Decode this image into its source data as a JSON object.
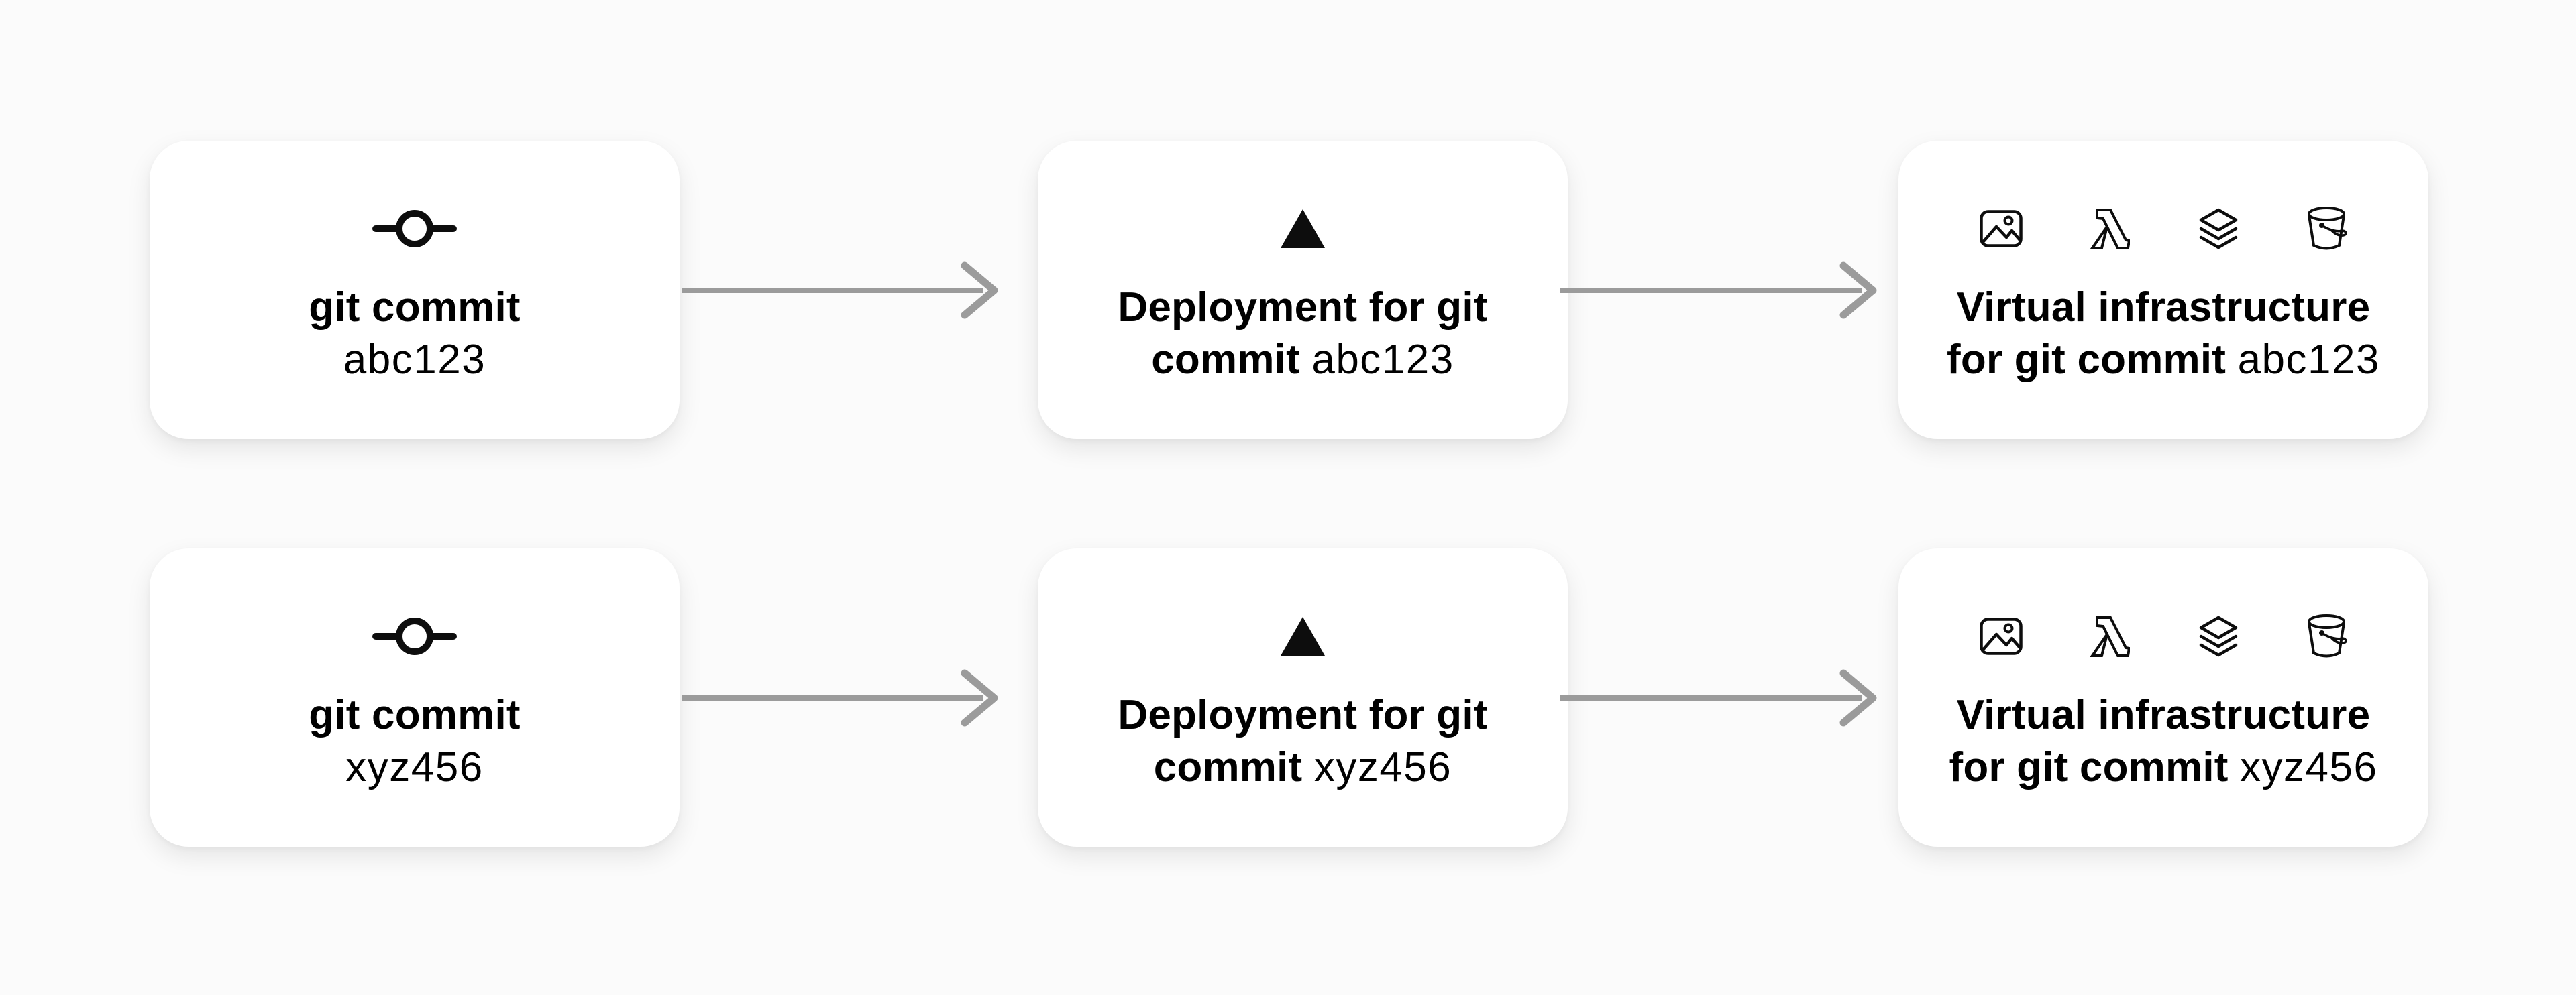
{
  "diagram_title": "git commit to virtual infrastructure deployment flow",
  "colors": {
    "background": "#fbfbfb",
    "card": "#ffffff",
    "arrow": "#9b9b9b",
    "text": "#000000",
    "icon_stroke": "#0d0d0d"
  },
  "rows": [
    {
      "cards": [
        {
          "kind": "git-commit",
          "icons": [
            "git-commit-icon"
          ],
          "line1": "git commit",
          "line2_bold": "",
          "hash": "abc123"
        },
        {
          "kind": "deployment",
          "icons": [
            "vercel-triangle-icon"
          ],
          "line1": "Deployment for git",
          "line2_bold": "commit ",
          "hash": "abc123"
        },
        {
          "kind": "virtual-infrastructure",
          "icons": [
            "image-icon",
            "lambda-icon",
            "layers-icon",
            "bucket-icon"
          ],
          "line1": "Virtual infrastructure",
          "line2_bold": "for git commit ",
          "hash": "abc123"
        }
      ]
    },
    {
      "cards": [
        {
          "kind": "git-commit",
          "icons": [
            "git-commit-icon"
          ],
          "line1": "git commit",
          "line2_bold": "",
          "hash": "xyz456"
        },
        {
          "kind": "deployment",
          "icons": [
            "vercel-triangle-icon"
          ],
          "line1": "Deployment for git",
          "line2_bold": "commit ",
          "hash": "xyz456"
        },
        {
          "kind": "virtual-infrastructure",
          "icons": [
            "image-icon",
            "lambda-icon",
            "layers-icon",
            "bucket-icon"
          ],
          "line1": "Virtual infrastructure",
          "line2_bold": "for git commit ",
          "hash": "xyz456"
        }
      ]
    }
  ]
}
